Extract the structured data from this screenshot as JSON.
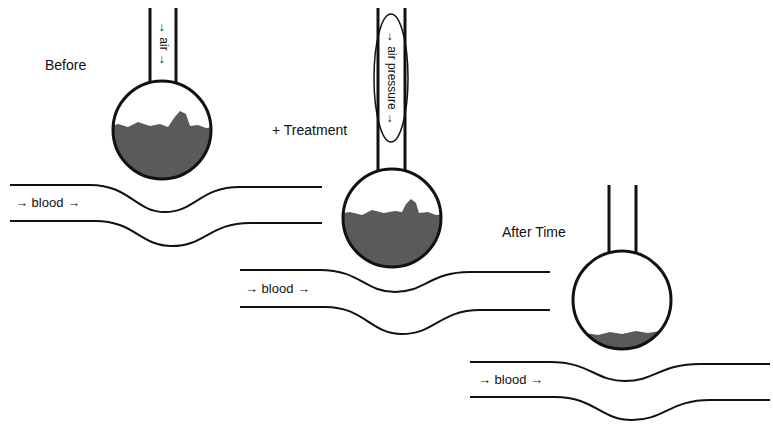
{
  "diagram": {
    "labels": [
      "Before",
      "→ air →",
      "+ Treatment",
      "→ air pressure →",
      "After Time",
      "→ blood →",
      "→ blood →",
      "→ blood →"
    ]
  }
}
